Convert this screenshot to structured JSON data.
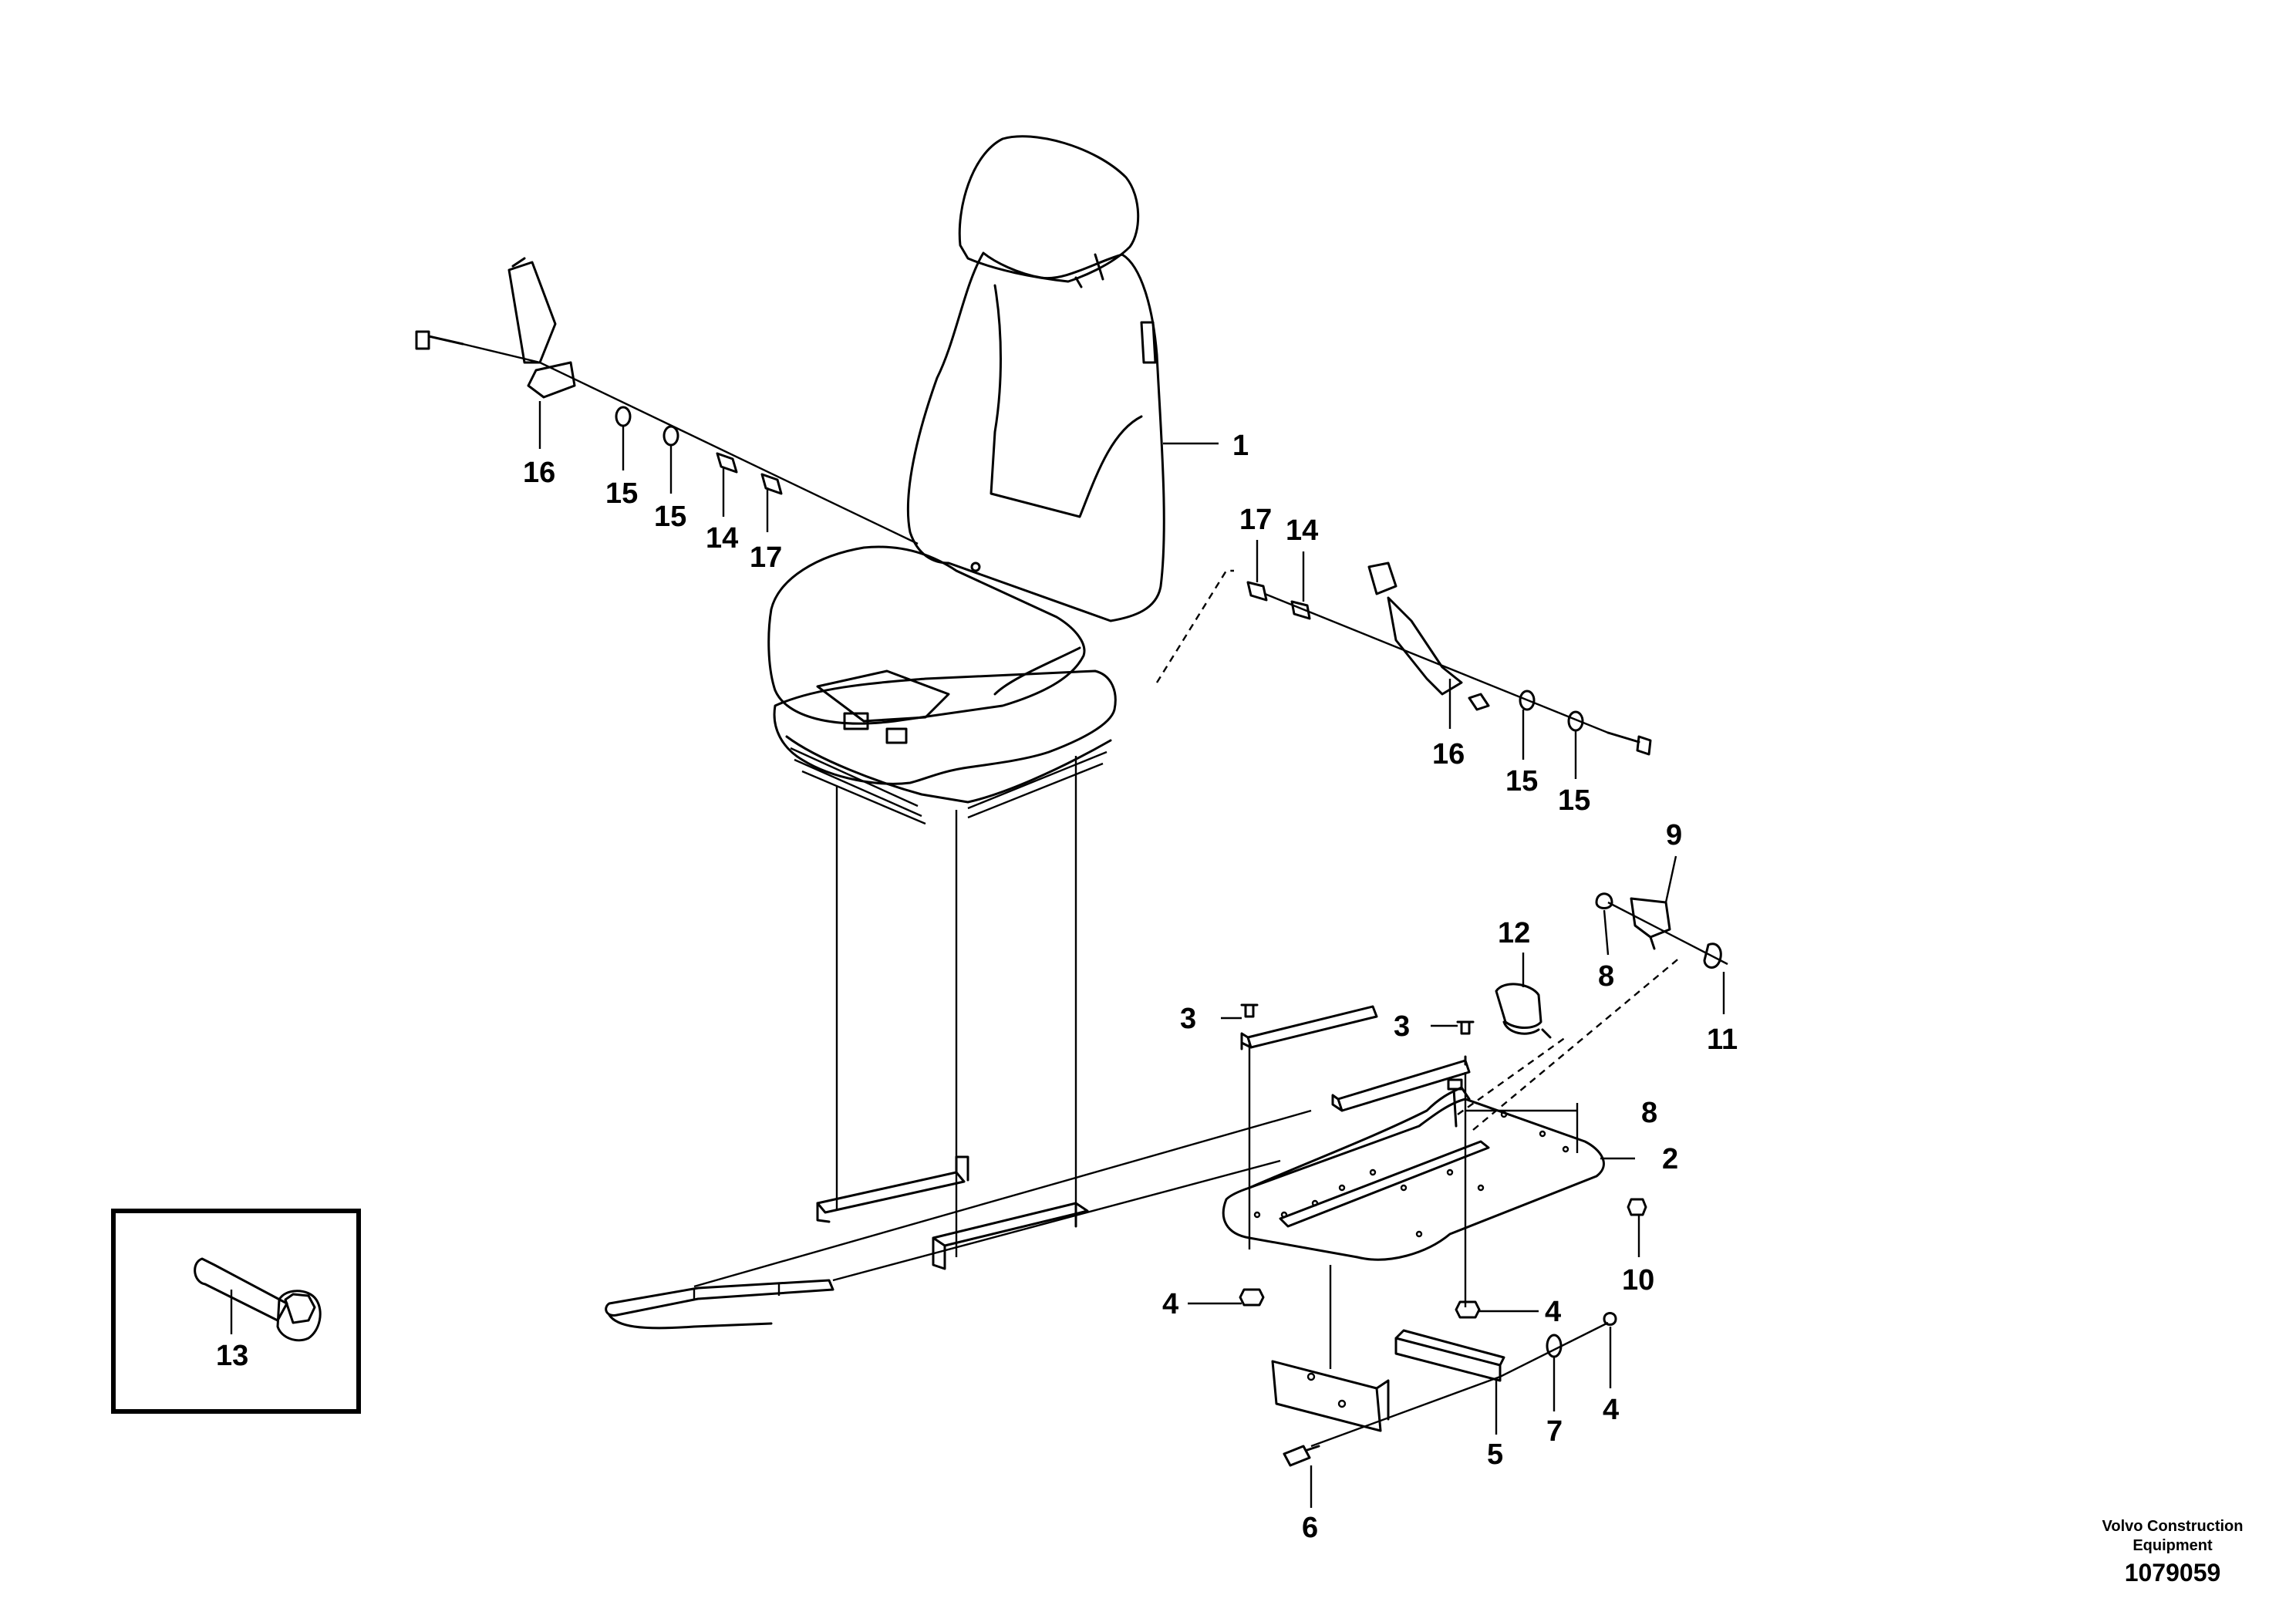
{
  "callouts": {
    "c1": "1",
    "c2": "2",
    "c3a": "3",
    "c3b": "3",
    "c4a": "4",
    "c4b": "4",
    "c4c": "4",
    "c5": "5",
    "c6": "6",
    "c7": "7",
    "c8a": "8",
    "c8b": "8",
    "c9": "9",
    "c10": "10",
    "c11": "11",
    "c12": "12",
    "c13": "13",
    "c14a": "14",
    "c14b": "14",
    "c15a": "15",
    "c15b": "15",
    "c15c": "15",
    "c15d": "15",
    "c16a": "16",
    "c16b": "16",
    "c17a": "17",
    "c17b": "17"
  },
  "footer": {
    "company_line1": "Volvo Construction",
    "company_line2": "Equipment",
    "drawing_number": "1079059"
  }
}
